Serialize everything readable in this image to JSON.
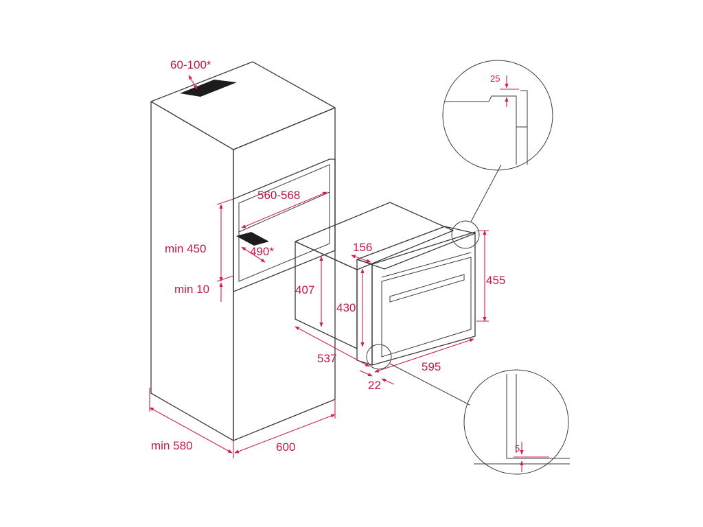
{
  "colors": {
    "line": "#3a3a3a",
    "dimension": "#c5174a",
    "background": "#ffffff"
  },
  "cabinet_dimensions": {
    "vent_top": "60-100*",
    "niche_width": "560-568",
    "niche_height": "min 450",
    "vent_bottom": "490*",
    "bottom_gap": "min 10",
    "depth": "min 580",
    "width": "600"
  },
  "oven_dimensions": {
    "body_height": "407",
    "front_height": "430",
    "total_height": "455",
    "panel_offset": "156",
    "depth": "537",
    "width": "595",
    "front_thickness": "22"
  },
  "detail_dimensions": {
    "top_gap": "25",
    "bottom_gap": "5"
  }
}
